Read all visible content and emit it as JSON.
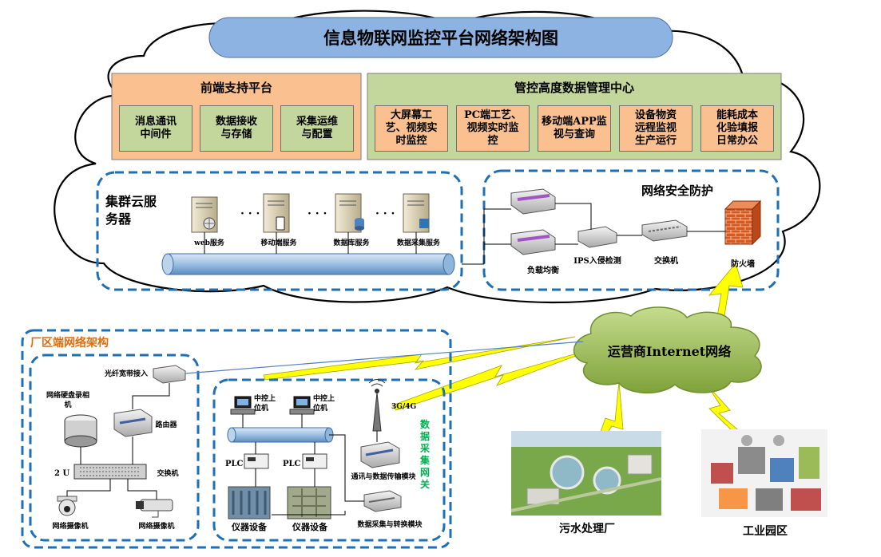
{
  "title": "信息物联网监控平台网络架构图",
  "front_platform": {
    "title": "前端支持平台",
    "items": [
      "消息通讯\n中间件",
      "数据接收\n与存储",
      "采集运维\n与配置"
    ]
  },
  "control_center": {
    "title": "管控高度数据管理中心",
    "items": [
      "大屏幕工\n艺、视频实\n时监控",
      "PC端工艺、\n视频实时监\n控",
      "移动端APP监\n视与查询",
      "设备物资\n远程监视\n生产运行",
      "能耗成本\n化验填报\n日常办公"
    ]
  },
  "cluster": {
    "title": "集群云服\n务器",
    "servers": [
      "web服务",
      "移动端服务",
      "数据库服务",
      "数据采集服务"
    ],
    "dots": "· · ·"
  },
  "security": {
    "title": "网络安全防护",
    "load_balance": "负载均衡",
    "ips": "IPS入侵检测",
    "switch": "交换机",
    "firewall": "防火墙"
  },
  "internet": "运营商Internet网络",
  "plant": {
    "title": "厂区端网络架构",
    "fiber": "光纤宽带接入",
    "nvr": "网络硬盘录相\n机",
    "router": "路由器",
    "rack": "2 U",
    "switch": "交换机",
    "camera1": "网络摄像机",
    "camera2": "网络摄像机"
  },
  "gateway": {
    "title": "数\n据\n采\n集\n网\n关",
    "pc1": "中控上\n位机",
    "pc2": "中控上\n位机",
    "plc1": "PLC",
    "plc2": "PLC",
    "antenna": "3G/4G",
    "comm_module": "通讯与数据传输模块",
    "instrument1": "仪器设备",
    "instrument2": "仪器设备",
    "acq_module": "数据采集与转换模块"
  },
  "sites": {
    "sewage": "污水处理厂",
    "industrial": "工业园区"
  },
  "colors": {
    "title_fill": "#8db3e2",
    "front_fill": "#fac090",
    "center_fill": "#c3d69b",
    "dash_blue": "#1f6fb5",
    "orange_text": "#e36c09",
    "green_text": "#00b050",
    "lightning": "#ffff00",
    "cloud_green": "#9bbb59"
  }
}
